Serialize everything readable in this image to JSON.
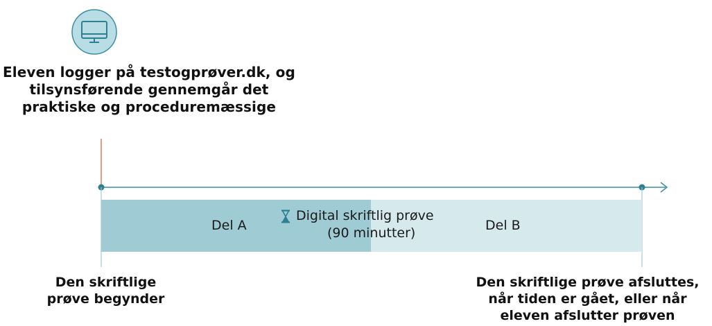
{
  "intro": {
    "icon": "monitor-icon",
    "lines": [
      "Eleven logger på testogprøver.dk, og",
      "tilsynsførende gennemgår det",
      "praktiske og proceduremæssige"
    ]
  },
  "bar": {
    "part_a_label": "Del A",
    "part_b_label": "Del B",
    "center_icon": "hourglass-icon",
    "center_line1": "Digital skriftlig prøve",
    "center_line2": "(90 minutter)",
    "part_a_color": "#9fcbd4",
    "part_b_color": "#d6eaee"
  },
  "start": {
    "lines": [
      "Den skriftlige",
      "prøve begynder"
    ]
  },
  "end": {
    "lines": [
      "Den skriftlige prøve afsluttes,",
      "når tiden er gået, eller når",
      "eleven afslutter prøven"
    ]
  },
  "colors": {
    "accent": "#3a8ea1",
    "marker": "#e89a7c"
  }
}
